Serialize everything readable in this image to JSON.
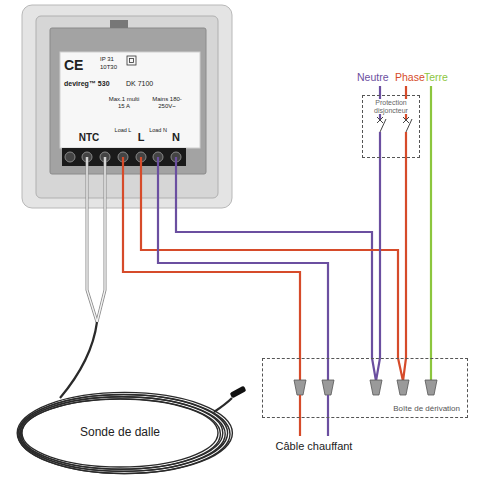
{
  "diagram": {
    "nodes": [
      {
        "text": [
          "CE",
          "IP 31",
          "10T30",
          "devireg™ 530",
          "DK 7100",
          "Max.1 multi 15 A",
          "Mains 180-250V~",
          "NTC",
          "Load L",
          "L",
          "Load N",
          "N"
        ]
      },
      {
        "text": [
          "Protection disjoncteur"
        ]
      },
      {
        "text": [
          "Boîte de dérivation"
        ]
      }
    ],
    "edges": [
      {
        "from": 0,
        "to": 2,
        "arrow": "none"
      },
      {
        "from": 0,
        "to": 2,
        "arrow": "none"
      },
      {
        "from": 0,
        "to": 2,
        "arrow": "none"
      },
      {
        "from": 0,
        "to": 2,
        "arrow": "none"
      },
      {
        "from": 1,
        "to": 2,
        "arrow": "none"
      },
      {
        "from": 1,
        "to": 2,
        "arrow": "none"
      }
    ],
    "labels": [
      "Neutre",
      "Phase",
      "Terre",
      "Câble chauffant",
      "Sonde de dalle"
    ]
  }
}
